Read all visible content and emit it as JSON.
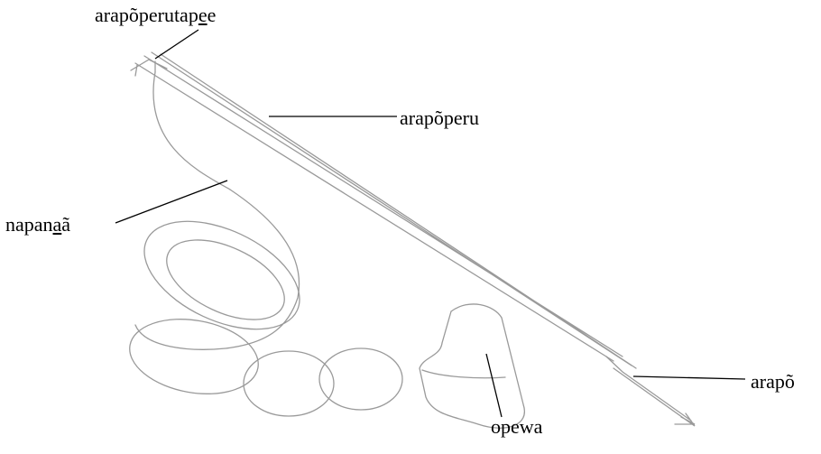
{
  "labels": {
    "tip_parts": {
      "before": "arapõperutap",
      "underlined": "e",
      "after": "e"
    },
    "shaft": "arapõperu",
    "string_parts": {
      "before": "napan",
      "underlined": "a",
      "after": "ã"
    },
    "arrowhead": "arapõ",
    "container": "opewa"
  },
  "colors": {
    "drawing": "#9a9a9a",
    "leader": "#000000"
  }
}
